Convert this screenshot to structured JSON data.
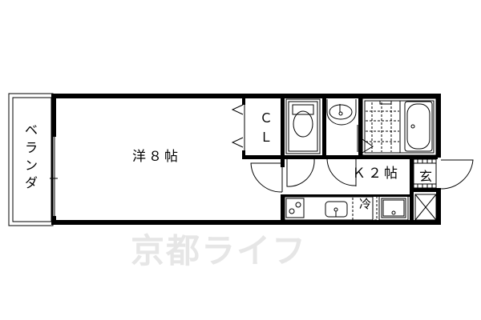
{
  "floor_plan": {
    "rooms": {
      "western_room": {
        "label": "洋８帖",
        "type": "Western-style room",
        "size_jo": 8
      },
      "kitchen": {
        "label": "Ｋ２帖",
        "type": "Kitchen",
        "size_jo": 2
      },
      "closet": {
        "label": "ＣＬ"
      },
      "veranda": {
        "label": "ベランダ"
      },
      "entrance": {
        "label": "玄"
      },
      "fridge_space": {
        "label": "冷"
      }
    },
    "fixtures": [
      "toilet",
      "washbasin",
      "bathtub",
      "shower-floor",
      "stove",
      "kitchen-sink",
      "washing-machine-pan",
      "pipe-space"
    ],
    "watermark": "京都ライフ",
    "colors": {
      "wall": "#000000",
      "watermark": "#e6e6e6",
      "background": "#ffffff"
    }
  }
}
